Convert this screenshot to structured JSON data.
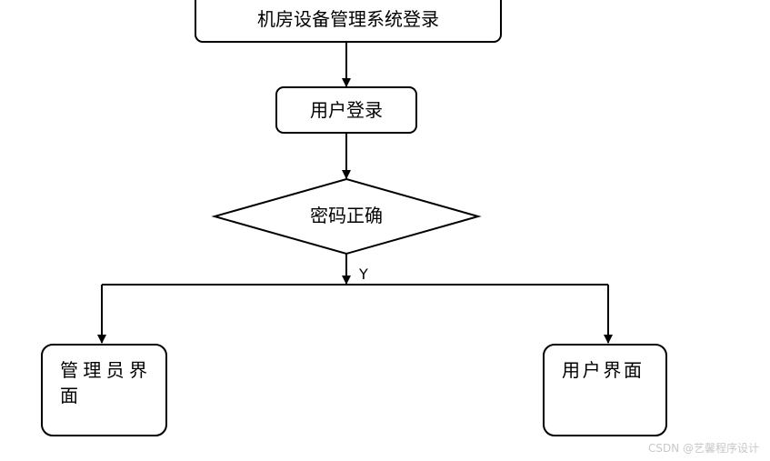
{
  "diagram": {
    "nodes": {
      "title": "机房设备管理系统登录",
      "user_login": "用户登录",
      "decision": "密码正确",
      "admin_line1": "管理员界",
      "admin_line2": "面",
      "user_ui": "用户界面"
    },
    "edge_labels": {
      "yes": "Y"
    }
  },
  "watermark": {
    "text": "CSDN @艺馨程序设计"
  }
}
